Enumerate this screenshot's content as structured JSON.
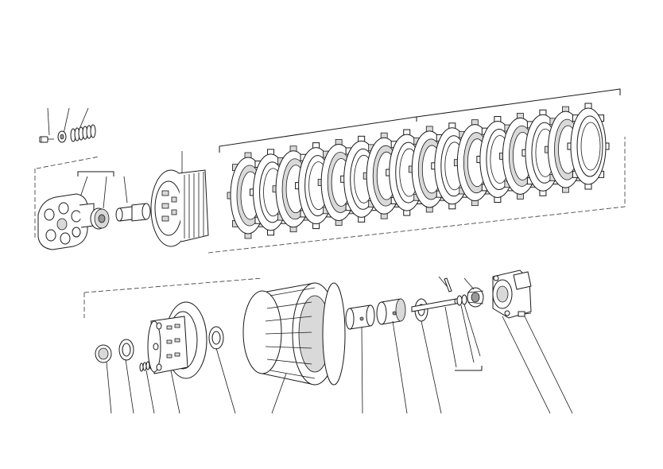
{
  "diagram": {
    "kind": "exploded-parts-view",
    "subject": "clutch assembly",
    "line_color": "#1a1a1a",
    "fill_light": "#d9d9d9",
    "fill_dark": "#9a9a9a",
    "background": "#ffffff",
    "upper_row_parts": [
      "cap-screw",
      "washer",
      "spring",
      "pressure-plate",
      "bearing",
      "pushrod-cap",
      "drum-housing"
    ],
    "clutch_plate_count": 16,
    "lower_row_parts": [
      "nut",
      "lock-washer",
      "small-spring",
      "clutch-hub",
      "thrust-washer",
      "clutch-basket",
      "spacer",
      "bushing",
      "washer",
      "shaft",
      "pin",
      "o-rings",
      "slave-piston",
      "slave-cylinder",
      "bolt"
    ]
  }
}
